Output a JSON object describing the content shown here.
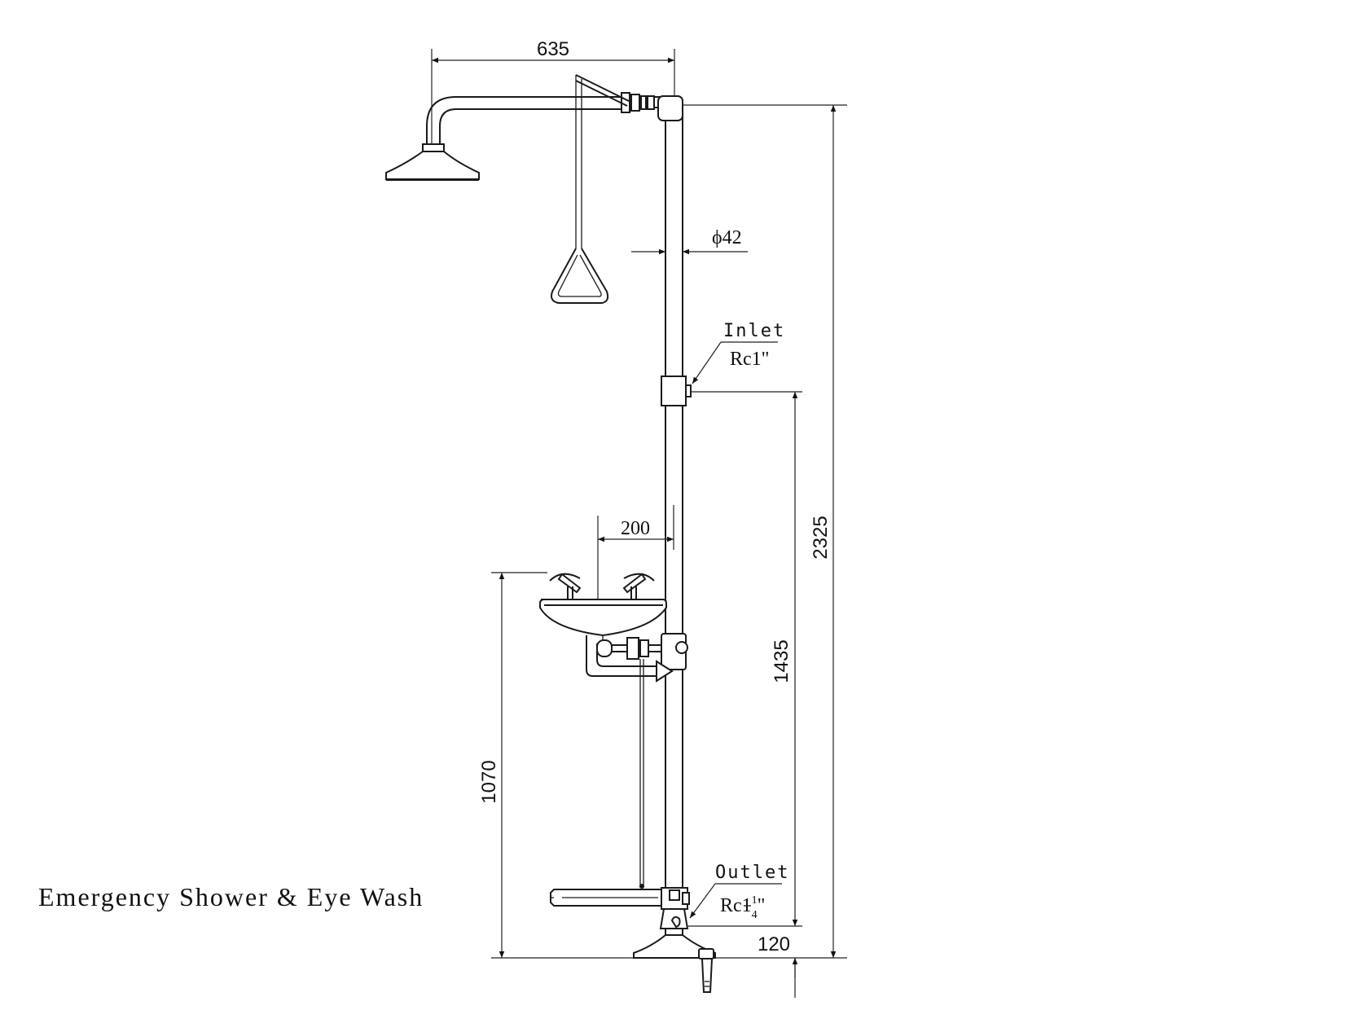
{
  "caption": "Emergency Shower & Eye Wash",
  "dimensions": {
    "shower_arm_length": "635",
    "pipe_diameter": "ϕ42",
    "bowl_offset": "200",
    "total_height": "2325",
    "inlet_height": "1435",
    "bowl_height": "1070",
    "outlet_height": "120"
  },
  "labels": {
    "inlet": "Inlet",
    "inlet_thread": "Rc1\"",
    "outlet": "Outlet",
    "outlet_thread_prefix": "Rc1",
    "outlet_thread_num": "1",
    "outlet_thread_den": "4",
    "outlet_thread_suffix": "\""
  }
}
